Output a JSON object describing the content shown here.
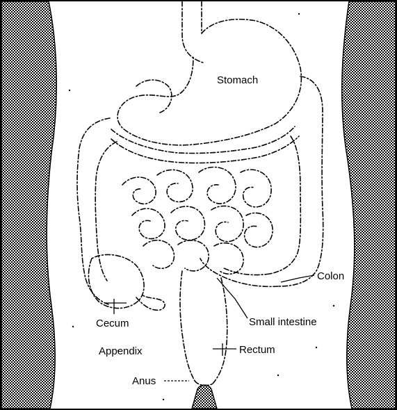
{
  "labels": {
    "stomach": "Stomach",
    "colon": "Colon",
    "small_intestine": "Small intestine",
    "cecum": "Cecum",
    "appendix": "Appendix",
    "rectum": "Rectum",
    "anus": "Anus"
  },
  "colors": {
    "ink": "#000000",
    "background": "#ffffff"
  }
}
